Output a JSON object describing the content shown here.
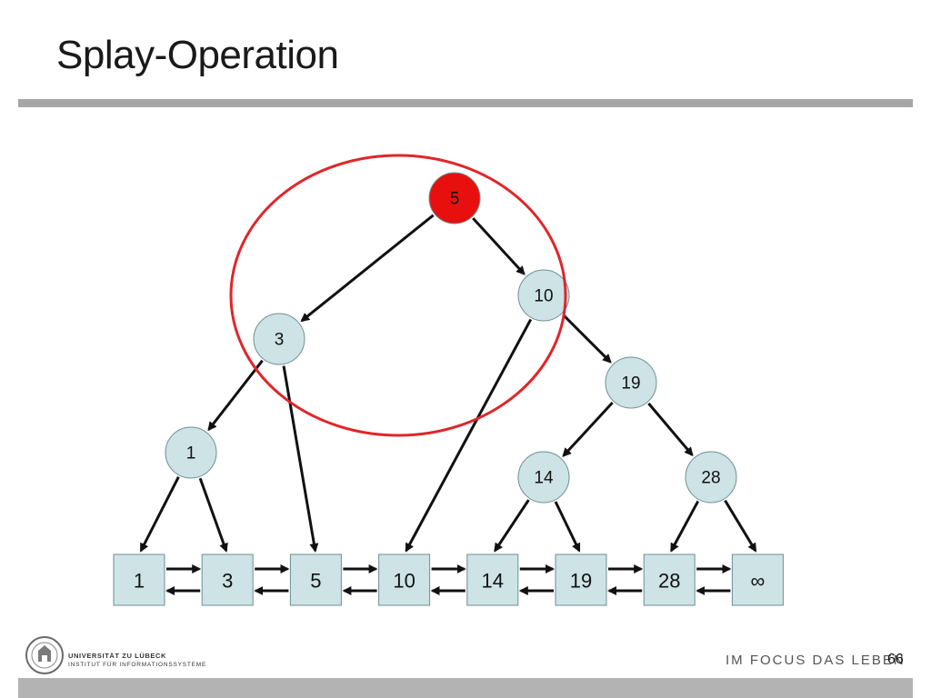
{
  "title": "Splay-Operation",
  "tree_nodes": [
    {
      "id": "n5",
      "label": "5",
      "highlighted": true
    },
    {
      "id": "n10",
      "label": "10",
      "highlighted": false
    },
    {
      "id": "n3",
      "label": "3",
      "highlighted": false
    },
    {
      "id": "n19",
      "label": "19",
      "highlighted": false
    },
    {
      "id": "n1",
      "label": "1",
      "highlighted": false
    },
    {
      "id": "n14",
      "label": "14",
      "highlighted": false
    },
    {
      "id": "n28",
      "label": "28",
      "highlighted": false
    }
  ],
  "leaves": [
    "1",
    "3",
    "5",
    "10",
    "14",
    "19",
    "28",
    "∞"
  ],
  "edges": [
    {
      "from": "n5",
      "to": "n3"
    },
    {
      "from": "n5",
      "to": "n10"
    },
    {
      "from": "n10",
      "to": "n19"
    },
    {
      "from": "n10",
      "to": "leaf-10"
    },
    {
      "from": "n3",
      "to": "n1"
    },
    {
      "from": "n3",
      "to": "leaf-5"
    },
    {
      "from": "n19",
      "to": "n14"
    },
    {
      "from": "n19",
      "to": "n28"
    },
    {
      "from": "n1",
      "to": "leaf-1"
    },
    {
      "from": "n1",
      "to": "leaf-3"
    },
    {
      "from": "n14",
      "to": "leaf-14"
    },
    {
      "from": "n14",
      "to": "leaf-19"
    },
    {
      "from": "n28",
      "to": "leaf-28"
    },
    {
      "from": "n28",
      "to": "leaf-∞"
    }
  ],
  "colors": {
    "node_fill": "#cde3e6",
    "highlight_fill": "#e8100f",
    "ring": "#e0262a",
    "leaf_fill": "#cde3e6",
    "stroke": "#111111"
  },
  "footer": {
    "university": "UNIVERSITÄT ZU LÜBECK",
    "institute": "INSTITUT FÜR INFORMATIONSSYSTEME",
    "slogan": "IM FOCUS DAS LEBEN",
    "page_number": "66"
  }
}
